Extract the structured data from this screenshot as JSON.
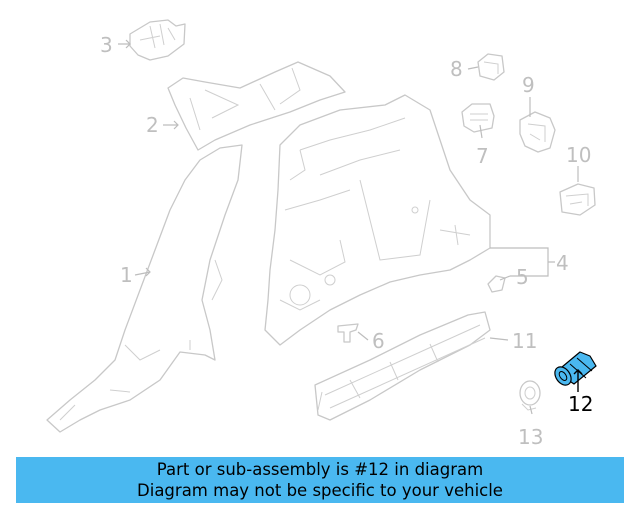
{
  "callouts": {
    "c1": "1",
    "c2": "2",
    "c3": "3",
    "c4": "4",
    "c5": "5",
    "c6": "6",
    "c7": "7",
    "c8": "8",
    "c9": "9",
    "c10": "10",
    "c11": "11",
    "c12": "12",
    "c13": "13"
  },
  "highlight_part": "12",
  "colors": {
    "banner": "#4ab8f0",
    "highlight_part": "#4ab8f0",
    "line_art": "#c8c8c8",
    "callout_text": "#bfbfbf"
  },
  "banner": {
    "line1": "Part or sub-assembly is #12 in diagram",
    "line2": "Diagram may not be specific to your vehicle"
  }
}
